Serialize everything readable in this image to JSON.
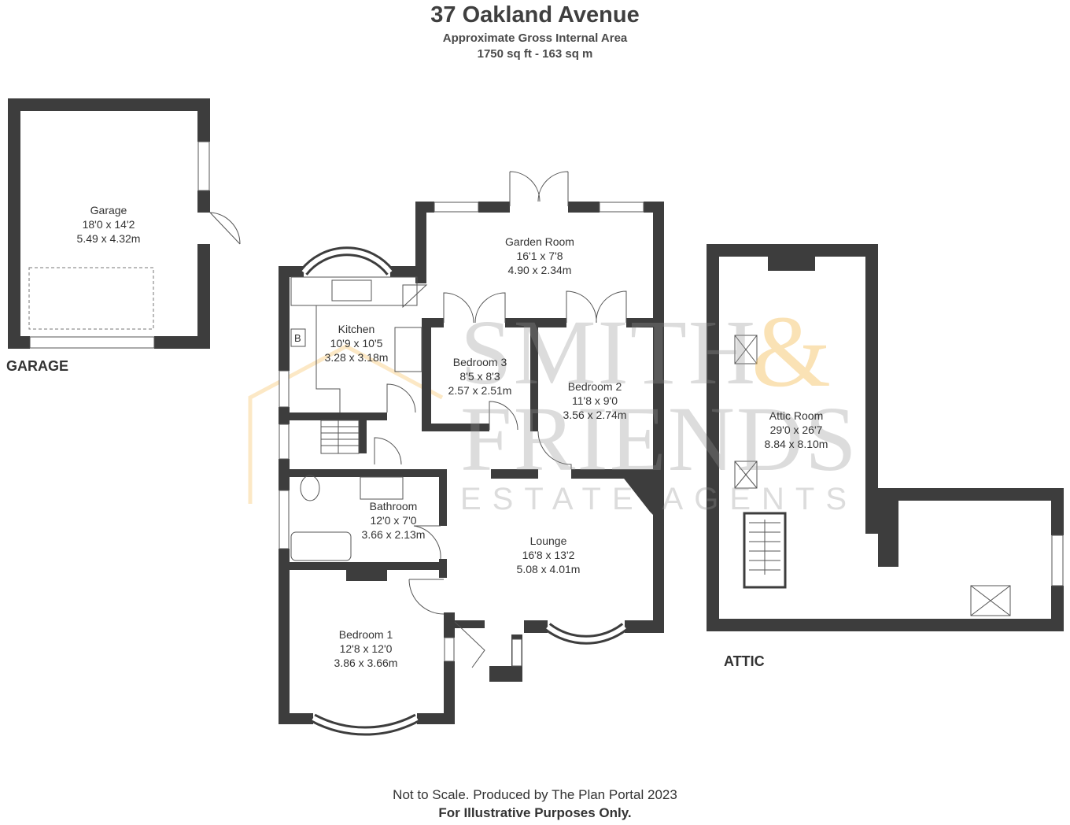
{
  "header": {
    "title": "37 Oakland Avenue",
    "area_label": "Approximate Gross Internal Area",
    "area_value": "1750 sq ft - 163 sq m"
  },
  "sections": {
    "garage": "GARAGE",
    "attic": "ATTIC"
  },
  "rooms": {
    "garage": {
      "name": "Garage",
      "imperial": "18'0 x 14'2",
      "metric": "5.49 x 4.32m"
    },
    "garden_room": {
      "name": "Garden Room",
      "imperial": "16'1 x 7'8",
      "metric": "4.90 x 2.34m"
    },
    "kitchen": {
      "name": "Kitchen",
      "imperial": "10'9 x 10'5",
      "metric": "3.28 x 3.18m"
    },
    "bedroom3": {
      "name": "Bedroom 3",
      "imperial": "8'5 x 8'3",
      "metric": "2.57 x 2.51m"
    },
    "bedroom2": {
      "name": "Bedroom 2",
      "imperial": "11'8 x 9'0",
      "metric": "3.56 x 2.74m"
    },
    "bathroom": {
      "name": "Bathroom",
      "imperial": "12'0 x 7'0",
      "metric": "3.66 x 2.13m"
    },
    "lounge": {
      "name": "Lounge",
      "imperial": "16'8 x 13'2",
      "metric": "5.08 x 4.01m"
    },
    "bedroom1": {
      "name": "Bedroom 1",
      "imperial": "12'8 x 12'0",
      "metric": "3.86 x 3.66m"
    },
    "attic_room": {
      "name": "Attic Room",
      "imperial": "29'0 x 26'7",
      "metric": "8.84 x 8.10m"
    }
  },
  "symbols": {
    "boiler": "B"
  },
  "watermark": {
    "line1": "SMITH",
    "amp": "&",
    "line2": "FRIENDS",
    "line3": "ESTATE AGENTS"
  },
  "footer": {
    "line1": "Not to Scale. Produced by The Plan Portal 2023",
    "line2": "For Illustrative Purposes Only."
  },
  "colors": {
    "wall": "#3d3d3d",
    "watermark_gold": "#f5be5a",
    "watermark_grey": "#969696"
  }
}
